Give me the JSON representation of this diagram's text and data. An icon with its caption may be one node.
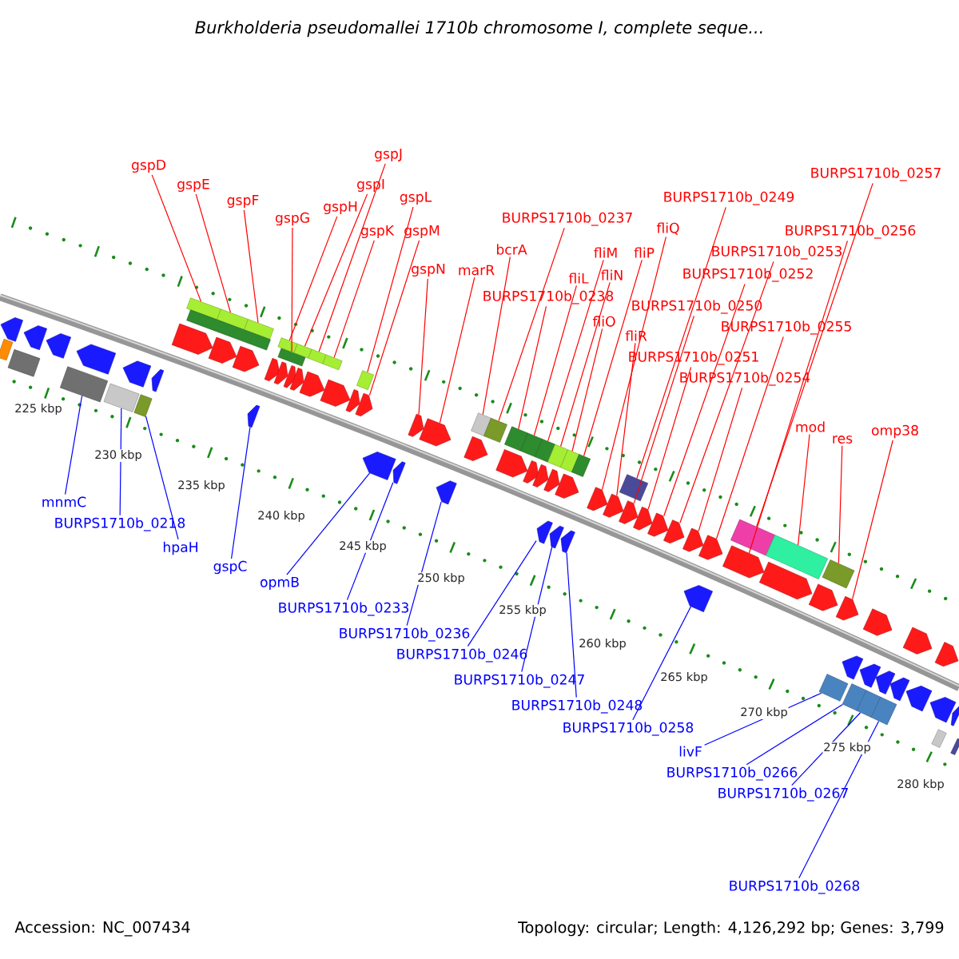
{
  "diagram": {
    "title": "Burkholderia pseudomallei 1710b chromosome I, complete seque...",
    "nodes": [
      {
        "text": [
          "gspD"
        ]
      },
      {
        "text": [
          "gspE"
        ]
      },
      {
        "text": [
          "gspF"
        ]
      },
      {
        "text": [
          "gspG"
        ]
      },
      {
        "text": [
          "gspH"
        ]
      },
      {
        "text": [
          "gspI"
        ]
      },
      {
        "text": [
          "gspJ"
        ]
      },
      {
        "text": [
          "gspK"
        ]
      },
      {
        "text": [
          "gspL"
        ]
      },
      {
        "text": [
          "gspM"
        ]
      },
      {
        "text": [
          "gspN"
        ]
      },
      {
        "text": [
          "marR"
        ]
      },
      {
        "text": [
          "bcrA"
        ]
      },
      {
        "text": [
          "BURPS1710b_0237"
        ]
      },
      {
        "text": [
          "BURPS1710b_0238"
        ]
      },
      {
        "text": [
          "fliL"
        ]
      },
      {
        "text": [
          "fliM"
        ]
      },
      {
        "text": [
          "fliN"
        ]
      },
      {
        "text": [
          "fliO"
        ]
      },
      {
        "text": [
          "fliP"
        ]
      },
      {
        "text": [
          "fliQ"
        ]
      },
      {
        "text": [
          "fliR"
        ]
      },
      {
        "text": [
          "BURPS1710b_0249"
        ]
      },
      {
        "text": [
          "BURPS1710b_0250"
        ]
      },
      {
        "text": [
          "BURPS1710b_0251"
        ]
      },
      {
        "text": [
          "BURPS1710b_0252"
        ]
      },
      {
        "text": [
          "BURPS1710b_0253"
        ]
      },
      {
        "text": [
          "BURPS1710b_0254"
        ]
      },
      {
        "text": [
          "BURPS1710b_0255"
        ]
      },
      {
        "text": [
          "BURPS1710b_0256"
        ]
      },
      {
        "text": [
          "BURPS1710b_0257"
        ]
      },
      {
        "text": [
          "mod"
        ]
      },
      {
        "text": [
          "res"
        ]
      },
      {
        "text": [
          "omp38"
        ]
      },
      {
        "text": [
          "mnmC"
        ]
      },
      {
        "text": [
          "BURPS1710b_0218"
        ]
      },
      {
        "text": [
          "hpaH"
        ]
      },
      {
        "text": [
          "gspC"
        ]
      },
      {
        "text": [
          "opmB"
        ]
      },
      {
        "text": [
          "BURPS1710b_0233"
        ]
      },
      {
        "text": [
          "BURPS1710b_0236"
        ]
      },
      {
        "text": [
          "BURPS1710b_0246"
        ]
      },
      {
        "text": [
          "BURPS1710b_0247"
        ]
      },
      {
        "text": [
          "BURPS1710b_0248"
        ]
      },
      {
        "text": [
          "BURPS1710b_0258"
        ]
      },
      {
        "text": [
          "livF"
        ]
      },
      {
        "text": [
          "BURPS1710b_0266"
        ]
      },
      {
        "text": [
          "BURPS1710b_0267"
        ]
      },
      {
        "text": [
          "BURPS1710b_0268"
        ]
      },
      {
        "text": [],
        "shape": "box"
      },
      {
        "text": [],
        "shape": "box"
      },
      {
        "text": [],
        "shape": "box"
      },
      {
        "text": [],
        "shape": "box"
      },
      {
        "text": [],
        "shape": "box"
      },
      {
        "text": [],
        "shape": "box"
      },
      {
        "text": [],
        "shape": "box"
      },
      {
        "text": [],
        "shape": "box"
      },
      {
        "text": [],
        "shape": "box"
      },
      {
        "text": [],
        "shape": "arrow"
      },
      {
        "text": [],
        "shape": "arrow"
      },
      {
        "text": [],
        "shape": "arrow"
      },
      {
        "text": [],
        "shape": "box"
      },
      {
        "text": [],
        "shape": "box"
      },
      {
        "text": [],
        "shape": "box"
      },
      {
        "text": [],
        "shape": "box"
      },
      {
        "text": [],
        "shape": "box"
      },
      {
        "text": [],
        "shape": "box"
      },
      {
        "text": [],
        "shape": "box"
      },
      {
        "text": [],
        "shape": "box"
      },
      {
        "text": [],
        "shape": "arrow"
      },
      {
        "text": [],
        "shape": "arrow"
      },
      {
        "text": [],
        "shape": "box"
      },
      {
        "text": [],
        "shape": "arrow"
      },
      {
        "text": [],
        "shape": "arrow"
      },
      {
        "text": [],
        "shape": "arrow"
      },
      {
        "text": [],
        "shape": "arrow"
      },
      {
        "text": [],
        "shape": "arrow"
      },
      {
        "text": [],
        "shape": "arrow"
      },
      {
        "text": [],
        "shape": "arrow"
      },
      {
        "text": [],
        "shape": "box"
      },
      {
        "text": [],
        "shape": "box"
      },
      {
        "text": [],
        "shape": "box"
      },
      {
        "text": [],
        "shape": "arrow"
      },
      {
        "text": [],
        "shape": "box"
      },
      {
        "text": [],
        "shape": "box"
      },
      {
        "text": [],
        "shape": "box"
      },
      {
        "text": [],
        "shape": "arrow"
      },
      {
        "text": [],
        "shape": "arrow"
      },
      {
        "text": [],
        "shape": "arrow"
      },
      {
        "text": [],
        "shape": "arrow"
      },
      {
        "text": [],
        "shape": "arrow"
      },
      {
        "text": [],
        "shape": "arrow"
      },
      {
        "text": [],
        "shape": "arrow"
      },
      {
        "text": [],
        "shape": "arrow"
      },
      {
        "text": [],
        "shape": "box"
      },
      {
        "text": [],
        "shape": "box"
      },
      {
        "text": [],
        "shape": "box"
      },
      {
        "text": [],
        "shape": "box"
      },
      {
        "text": [],
        "shape": "arrow"
      },
      {
        "text": [],
        "shape": "arrow"
      },
      {
        "text": [],
        "shape": "arrow"
      },
      {
        "text": [],
        "shape": "arrow"
      },
      {
        "text": [],
        "shape": "arrow"
      },
      {
        "text": [],
        "shape": "arrow"
      },
      {
        "text": [],
        "shape": "arrow"
      },
      {
        "text": [],
        "shape": "arrow"
      },
      {
        "text": [],
        "shape": "arrow"
      },
      {
        "text": [],
        "shape": "arrow"
      },
      {
        "text": [],
        "shape": "arrow"
      },
      {
        "text": [],
        "shape": "arrow"
      },
      {
        "text": [],
        "shape": "arrow"
      },
      {
        "text": [],
        "shape": "arrow"
      },
      {
        "text": [],
        "shape": "arrow"
      },
      {
        "text": [],
        "shape": "arrow"
      },
      {
        "text": [],
        "shape": "arrow"
      },
      {
        "text": [],
        "shape": "arrow"
      },
      {
        "text": [],
        "shape": "arrow"
      },
      {
        "text": [],
        "shape": "arrow"
      },
      {
        "text": [],
        "shape": "arrow"
      },
      {
        "text": [],
        "shape": "box"
      },
      {
        "text": [],
        "shape": "arrow"
      },
      {
        "text": [],
        "shape": "arrow"
      },
      {
        "text": [],
        "shape": "arrow"
      },
      {
        "text": [],
        "shape": "arrow"
      },
      {
        "text": [],
        "shape": "arrow"
      },
      {
        "text": [],
        "shape": "arrow"
      },
      {
        "text": [],
        "shape": "arrow"
      },
      {
        "text": [],
        "shape": "arrow"
      },
      {
        "text": [],
        "shape": "arrow"
      },
      {
        "text": [],
        "shape": "arrow"
      },
      {
        "text": [],
        "shape": "arrow"
      },
      {
        "text": [],
        "shape": "arrow"
      },
      {
        "text": [],
        "shape": "arrow"
      },
      {
        "text": [],
        "shape": "box"
      },
      {
        "text": [],
        "shape": "box"
      },
      {
        "text": [],
        "shape": "box"
      },
      {
        "text": [],
        "shape": "box"
      }
    ],
    "edges": [
      {
        "from": 0,
        "to": 49,
        "arrow": "none"
      },
      {
        "from": 1,
        "to": 50,
        "arrow": "none"
      },
      {
        "from": 2,
        "to": 51,
        "arrow": "none"
      },
      {
        "from": 3,
        "to": 52,
        "arrow": "none"
      },
      {
        "from": 4,
        "to": 53,
        "arrow": "none"
      },
      {
        "from": 5,
        "to": 54,
        "arrow": "none"
      },
      {
        "from": 6,
        "to": 55,
        "arrow": "none"
      },
      {
        "from": 7,
        "to": 56,
        "arrow": "none"
      },
      {
        "from": 8,
        "to": 57,
        "arrow": "none"
      },
      {
        "from": 9,
        "to": 58,
        "arrow": "none"
      },
      {
        "from": 10,
        "to": 59,
        "arrow": "none"
      },
      {
        "from": 11,
        "to": 60,
        "arrow": "none"
      },
      {
        "from": 12,
        "to": 61,
        "arrow": "none"
      },
      {
        "from": 13,
        "to": 62,
        "arrow": "none"
      },
      {
        "from": 14,
        "to": 63,
        "arrow": "none"
      },
      {
        "from": 15,
        "to": 64,
        "arrow": "none"
      },
      {
        "from": 16,
        "to": 65,
        "arrow": "none"
      },
      {
        "from": 17,
        "to": 66,
        "arrow": "none"
      },
      {
        "from": 18,
        "to": 67,
        "arrow": "none"
      },
      {
        "from": 19,
        "to": 68,
        "arrow": "none"
      },
      {
        "from": 20,
        "to": 69,
        "arrow": "none"
      },
      {
        "from": 21,
        "to": 70,
        "arrow": "none"
      },
      {
        "from": 22,
        "to": 71,
        "arrow": "none"
      },
      {
        "from": 23,
        "to": 72,
        "arrow": "none"
      },
      {
        "from": 24,
        "to": 73,
        "arrow": "none"
      },
      {
        "from": 25,
        "to": 74,
        "arrow": "none"
      },
      {
        "from": 26,
        "to": 75,
        "arrow": "none"
      },
      {
        "from": 27,
        "to": 76,
        "arrow": "none"
      },
      {
        "from": 28,
        "to": 77,
        "arrow": "none"
      },
      {
        "from": 29,
        "to": 78,
        "arrow": "none"
      },
      {
        "from": 30,
        "to": 79,
        "arrow": "none"
      },
      {
        "from": 31,
        "to": 80,
        "arrow": "none"
      },
      {
        "from": 32,
        "to": 81,
        "arrow": "none"
      },
      {
        "from": 33,
        "to": 82,
        "arrow": "none"
      },
      {
        "from": 34,
        "to": 83,
        "arrow": "none",
        "color": "#0000ff"
      },
      {
        "from": 35,
        "to": 84,
        "arrow": "none",
        "color": "#0000ff"
      },
      {
        "from": 36,
        "to": 85,
        "arrow": "none",
        "color": "#0000ff"
      },
      {
        "from": 37,
        "to": 86,
        "arrow": "none",
        "color": "#0000ff"
      },
      {
        "from": 38,
        "to": 87,
        "arrow": "none",
        "color": "#0000ff"
      },
      {
        "from": 39,
        "to": 88,
        "arrow": "none",
        "color": "#0000ff"
      },
      {
        "from": 40,
        "to": 89,
        "arrow": "none",
        "color": "#0000ff"
      },
      {
        "from": 41,
        "to": 90,
        "arrow": "none",
        "color": "#0000ff"
      },
      {
        "from": 42,
        "to": 91,
        "arrow": "none",
        "color": "#0000ff"
      },
      {
        "from": 43,
        "to": 92,
        "arrow": "none",
        "color": "#0000ff"
      },
      {
        "from": 44,
        "to": 93,
        "arrow": "none",
        "color": "#0000ff"
      },
      {
        "from": 45,
        "to": 94,
        "arrow": "none",
        "color": "#0000ff"
      },
      {
        "from": 46,
        "to": 95,
        "arrow": "none",
        "color": "#0000ff"
      },
      {
        "from": 47,
        "to": 96,
        "arrow": "none",
        "color": "#0000ff"
      },
      {
        "from": 48,
        "to": 97,
        "arrow": "none",
        "color": "#0000ff"
      }
    ],
    "labels": [
      "225 kbp",
      "230 kbp",
      "235 kbp",
      "240 kbp",
      "245 kbp",
      "250 kbp",
      "255 kbp",
      "260 kbp",
      "265 kbp",
      "270 kbp",
      "275 kbp",
      "280 kbp",
      "Accession: NC_007434",
      "Topology: circular; Length: 4,126,292 bp; Genes: 3,799"
    ]
  }
}
